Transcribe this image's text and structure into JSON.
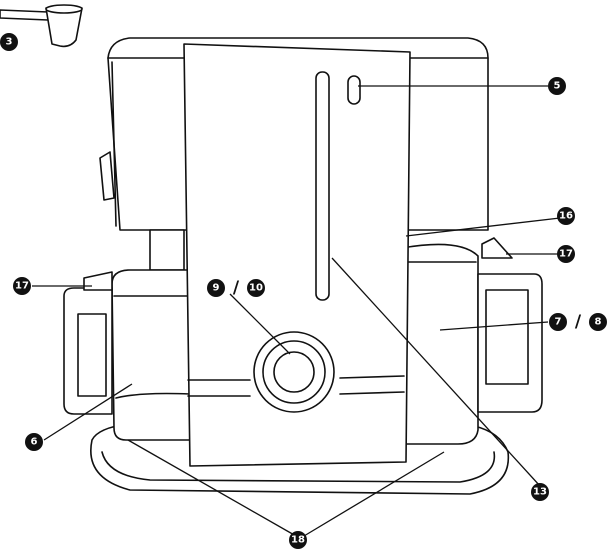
{
  "callouts": {
    "c3": "3",
    "c5": "5",
    "c16": "16",
    "c17_left": "17",
    "c17_right": "17",
    "c9": "9",
    "c10": "10",
    "c7": "7",
    "c8": "8",
    "c6": "6",
    "c13": "13",
    "c18": "18"
  },
  "separators": {
    "s9_10": "/",
    "s7_8": "/"
  }
}
